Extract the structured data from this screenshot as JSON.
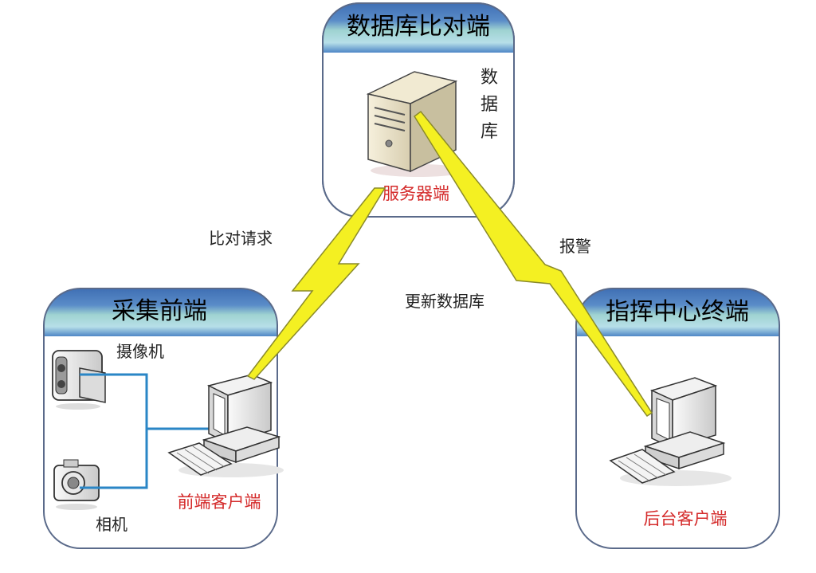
{
  "nodes": {
    "database": {
      "title": "数据库比对端",
      "server_label": "服务器端",
      "db_label": [
        "数",
        "据",
        "库"
      ]
    },
    "front": {
      "title": "采集前端",
      "camcorder_label": "摄像机",
      "camera_label": "相机",
      "client_label": "前端客户端"
    },
    "command": {
      "title": "指挥中心终端",
      "client_label": "后台客户端"
    }
  },
  "links": {
    "compare_request": "比对请求",
    "alarm": "报警",
    "update_db": "更新数据库"
  },
  "colors": {
    "header_top": "#3f6fb4",
    "header_band": "#9fd3d1",
    "lightning": "#f4f022",
    "usb": "#2a86c6",
    "red_label": "#d42a2a"
  }
}
